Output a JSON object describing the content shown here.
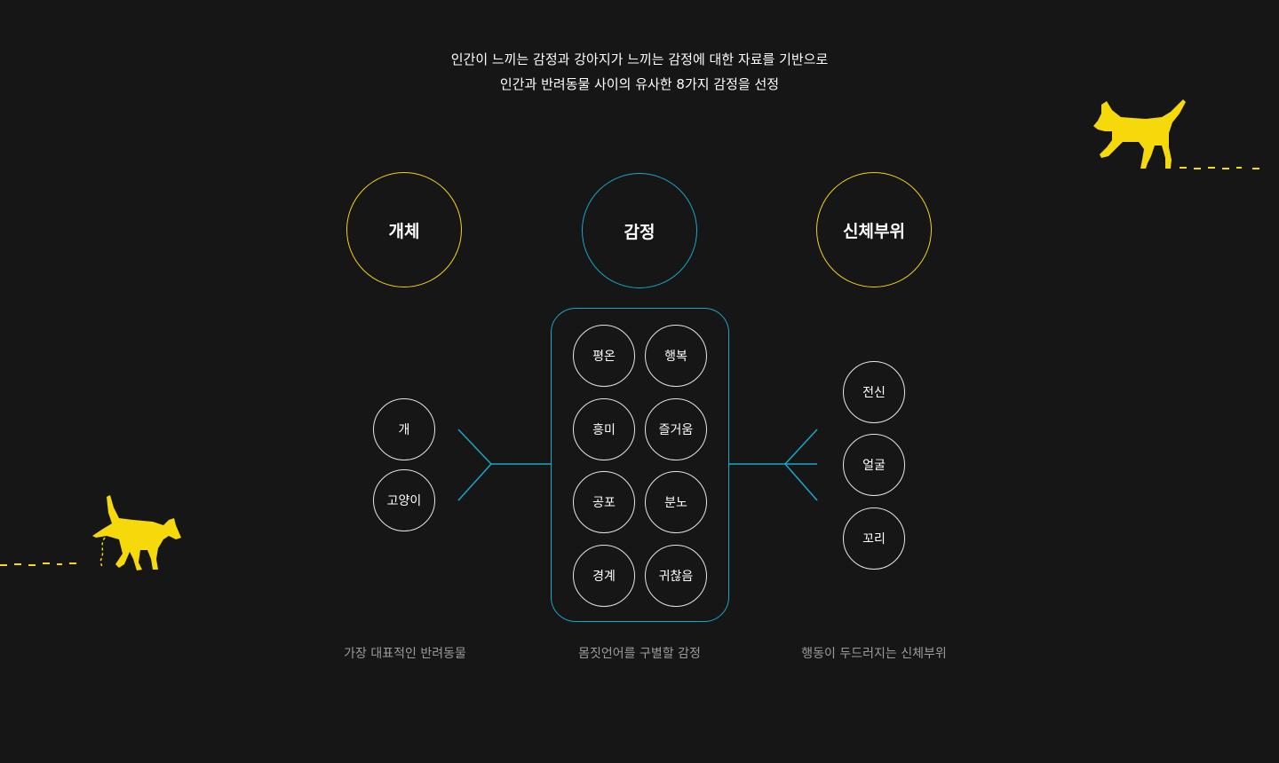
{
  "intro": {
    "line1": "인간이 느끼는 감정과 강아지가 느끼는 감정에 대한 자료를 기반으로",
    "line2": "인간과 반려동물 사이의 유사한 8가지 감정을 선정"
  },
  "categories": {
    "individual": "개체",
    "emotion": "감정",
    "body_part": "신체부위"
  },
  "individuals": [
    "개",
    "고양이"
  ],
  "emotions": [
    "평온",
    "행복",
    "흥미",
    "즐거움",
    "공포",
    "분노",
    "경계",
    "귀찮음"
  ],
  "body_parts": [
    "전신",
    "얼굴",
    "꼬리"
  ],
  "captions": {
    "individual": "가장 대표적인 반려동물",
    "emotion": "몸짓언어를 구별할 감정",
    "body_part": "행동이 두드러지는 신체부위"
  },
  "colors": {
    "background": "#161616",
    "accent_yellow": "#f2d21b",
    "accent_blue": "#1aa6c7"
  },
  "icons": [
    "dog-walking-icon",
    "dog-peeing-icon"
  ]
}
